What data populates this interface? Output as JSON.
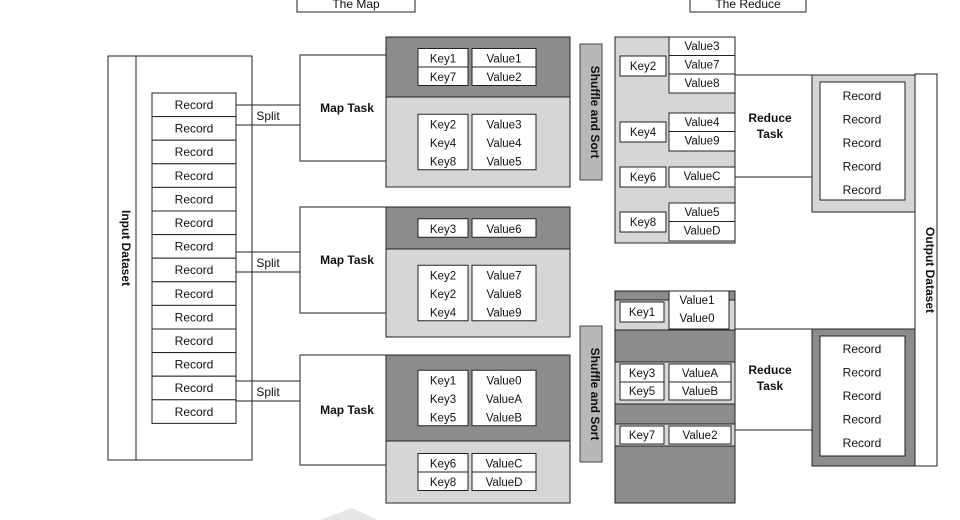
{
  "headers": {
    "map": "The Map",
    "reduce": "The Reduce"
  },
  "input_dataset": "Input Dataset",
  "output_dataset": "Output Dataset",
  "record_label": "Record",
  "split_label": "Split",
  "map_task_label": "Map Task",
  "reduce_task_label": "Reduce\nTask",
  "shuffle_label": "Shuffle and Sort",
  "input_records": 14,
  "splits": [
    {
      "label": "Split",
      "records": 6
    },
    {
      "label": "Split",
      "records": 6
    },
    {
      "label": "Split",
      "records": 2
    }
  ],
  "map_tasks": [
    {
      "label": "Map Task",
      "partition_a": [
        [
          "Key1",
          "Value1"
        ],
        [
          "Key7",
          "Value2"
        ]
      ],
      "partition_b": [
        [
          "Key2",
          "Value3"
        ],
        [
          "Key4",
          "Value4"
        ],
        [
          "Key8",
          "Value5"
        ]
      ]
    },
    {
      "label": "Map Task",
      "partition_a": [
        [
          "Key3",
          "Value6"
        ]
      ],
      "partition_b": [
        [
          "Key2",
          "Value7"
        ],
        [
          "Key2",
          "Value8"
        ],
        [
          "Key4",
          "Value9"
        ]
      ]
    },
    {
      "label": "Map Task",
      "partition_a": [
        [
          "Key1",
          "Value0"
        ],
        [
          "Key3",
          "ValueA"
        ],
        [
          "Key5",
          "ValueB"
        ]
      ],
      "partition_b": [
        [
          "Key6",
          "ValueC"
        ],
        [
          "Key8",
          "ValueD"
        ]
      ]
    }
  ],
  "reduce_groups": [
    {
      "label": "Reduce\nTask",
      "groups": [
        {
          "key": "Key2",
          "values": [
            "Value3",
            "Value7",
            "Value8"
          ]
        },
        {
          "key": "Key4",
          "values": [
            "Value4",
            "Value9"
          ]
        },
        {
          "key": "Key6",
          "values": [
            "ValueC"
          ]
        },
        {
          "key": "Key8",
          "values": [
            "Value5",
            "ValueD"
          ]
        }
      ],
      "output_records": 5
    },
    {
      "label": "Reduce\nTask",
      "groups": [
        {
          "key": "Key1",
          "values": [
            "Value1",
            "Value0"
          ]
        },
        {
          "key": "Key3",
          "values": [
            "ValueA"
          ]
        },
        {
          "key": "Key5",
          "values": [
            "ValueB"
          ]
        },
        {
          "key": "Key7",
          "values": [
            "Value2"
          ]
        }
      ],
      "output_records": 5
    }
  ],
  "colors": {
    "dark": "#8c8c8c",
    "light": "#d6d6d6",
    "shuffle": "#b8b8b8",
    "line": "#222222"
  }
}
